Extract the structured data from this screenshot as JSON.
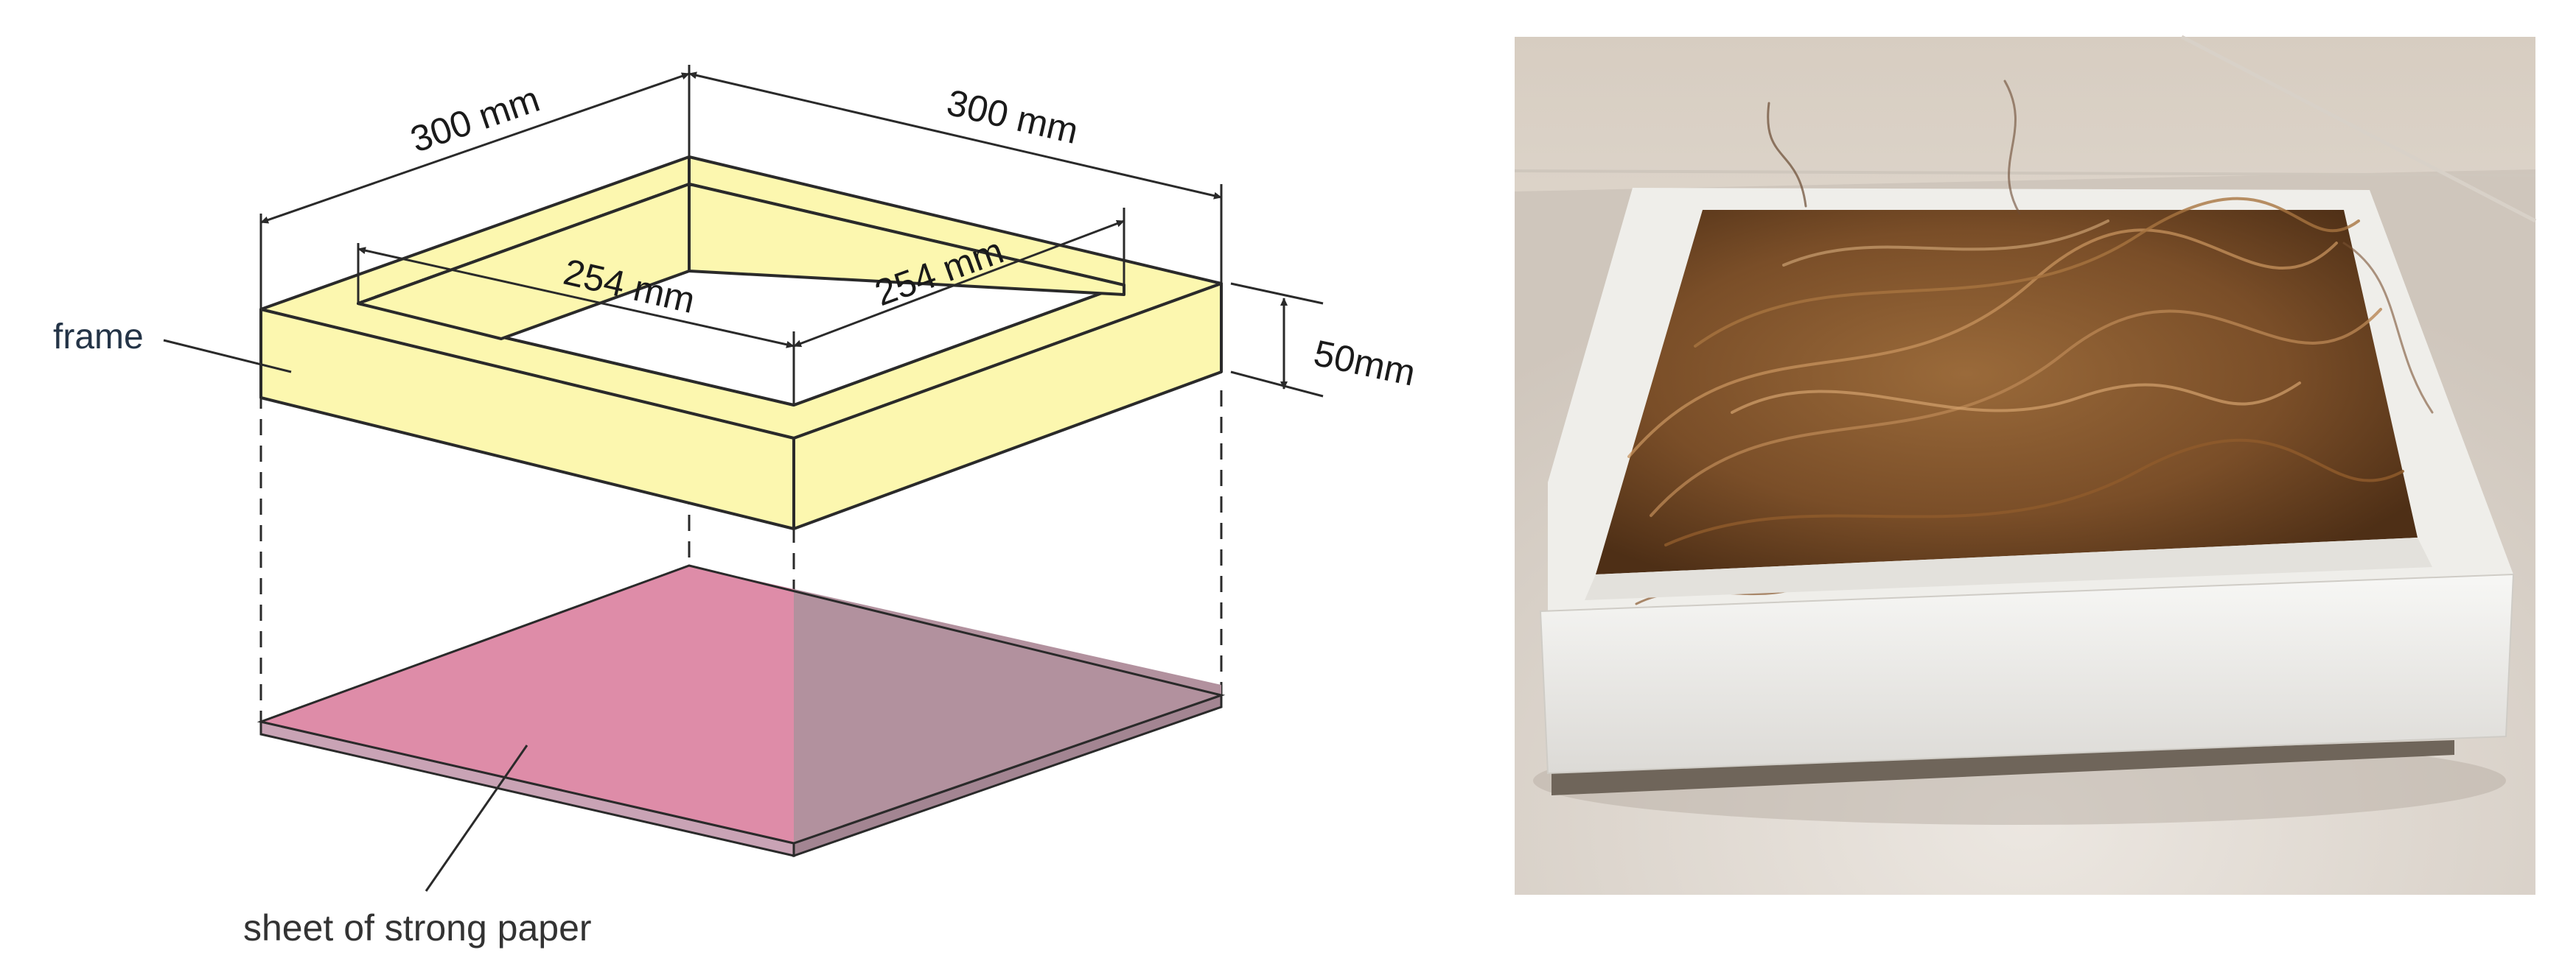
{
  "diagram": {
    "dimensions": {
      "outer_left": "300 mm",
      "outer_right": "300 mm",
      "inner_left": "254 mm",
      "inner_right": "254 mm",
      "height": "50mm"
    },
    "labels": {
      "frame": "frame",
      "paper": "sheet of strong paper"
    }
  },
  "colors": {
    "frame_fill": "#FCF7AF",
    "paper_left": "#DE8CA8",
    "paper_right": "#B2919E",
    "paper_edge": "#C9A3B5",
    "line": "#2a2a2a"
  }
}
